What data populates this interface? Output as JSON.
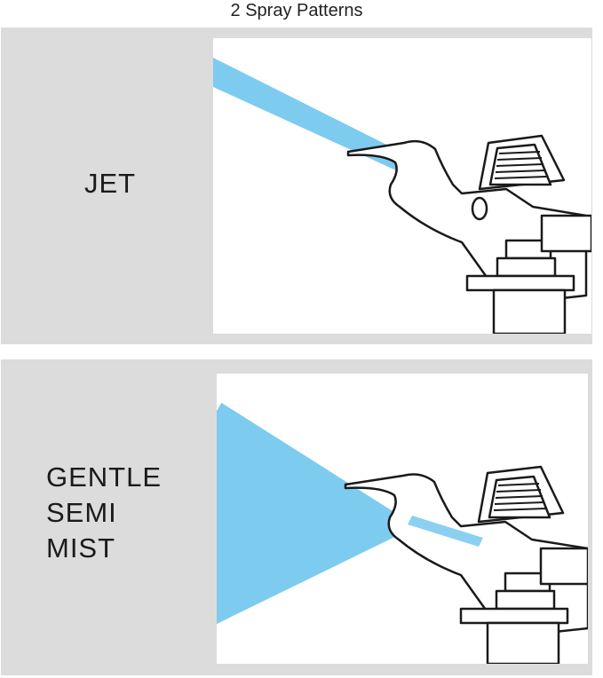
{
  "title": "2 Spray Patterns",
  "patterns": [
    {
      "label": "JET"
    },
    {
      "label_lines": [
        "GENTLE",
        "SEMI",
        "MIST"
      ]
    }
  ],
  "colors": {
    "spray": "#7ecbf0",
    "panel": "#dcdcdc",
    "line": "#1a1a1a"
  }
}
